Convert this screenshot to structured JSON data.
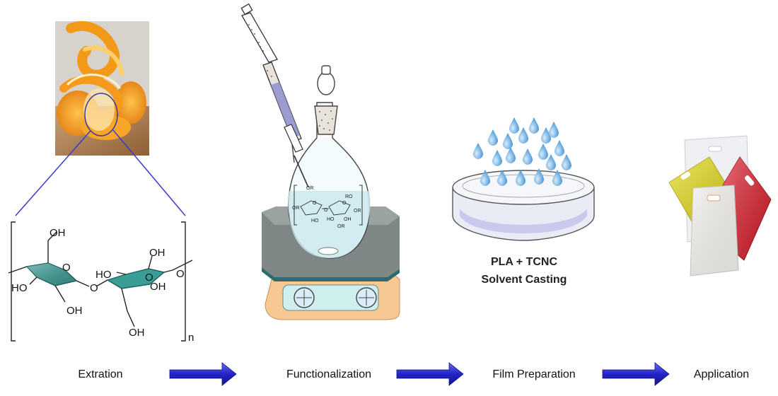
{
  "stages": {
    "extraction": {
      "label": "Extration"
    },
    "functionalization": {
      "label": "Functionalization"
    },
    "film": {
      "label": "Film Preparation"
    },
    "application": {
      "label": "Application"
    }
  },
  "casting": {
    "line1": "PLA + TCNC",
    "line2": "Solvent Casting"
  },
  "cellulose": {
    "oh_groups": [
      "OH",
      "OH",
      "HO",
      "HO",
      "OH",
      "OH",
      "OH"
    ],
    "ring_oxygens": [
      "O",
      "O",
      "O",
      "O"
    ],
    "repeat_subscript": "n"
  },
  "flask": {
    "or_labels": [
      "OR",
      "RO",
      "OR",
      "OR",
      "OR",
      "O",
      "O",
      "O",
      "HO",
      "HO",
      "OH"
    ]
  },
  "colors": {
    "arrow": "#2323c8",
    "ring": "#3a9e96",
    "drop": "#4f9fd8",
    "bag_yellow": "#e8df1a",
    "bag_red": "#e0202e",
    "hotplate_orange": "#f5c590",
    "hotplate_grey": "#8a8a8a"
  }
}
